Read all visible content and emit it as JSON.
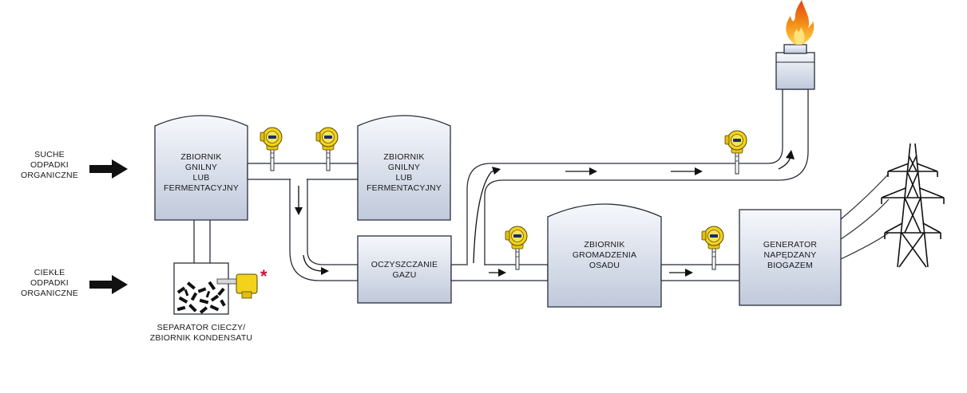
{
  "inputs": {
    "dry_waste": [
      "SUCHE",
      "ODPADKI",
      "ORGANICZNE"
    ],
    "liquid_waste": [
      "CIEKŁE",
      "ODPADKI",
      "ORGANICZNE"
    ]
  },
  "tanks": {
    "digester_1": [
      "ZBIORNIK",
      "GNILNY",
      "LUB",
      "FERMENTACYJNY"
    ],
    "digester_2": [
      "ZBIORNIK",
      "GNILNY",
      "LUB",
      "FERMENTACYJNY"
    ],
    "gas_cleaning": [
      "OCZYSZCZANIE",
      "GAZU"
    ],
    "sludge_tank": [
      "ZBIORNIK",
      "GROMADZENIA",
      "OSADU"
    ],
    "generator": [
      "GENERATOR",
      "NAPĘDZANY",
      "BIOGAZEM"
    ]
  },
  "separator": {
    "label": [
      "SEPARATOR CIECZY/",
      "ZBIORNIK KONDENSATU"
    ],
    "marker": "*"
  },
  "colors": {
    "tank_top": "#f4f6fb",
    "tank_bottom": "#c3cbdd",
    "outline": "#2a2f3a",
    "arrow": "#111111",
    "meter_yellow": "#f2d21b",
    "marker_red": "#d0103a",
    "flame_orange": "#f07a12"
  }
}
